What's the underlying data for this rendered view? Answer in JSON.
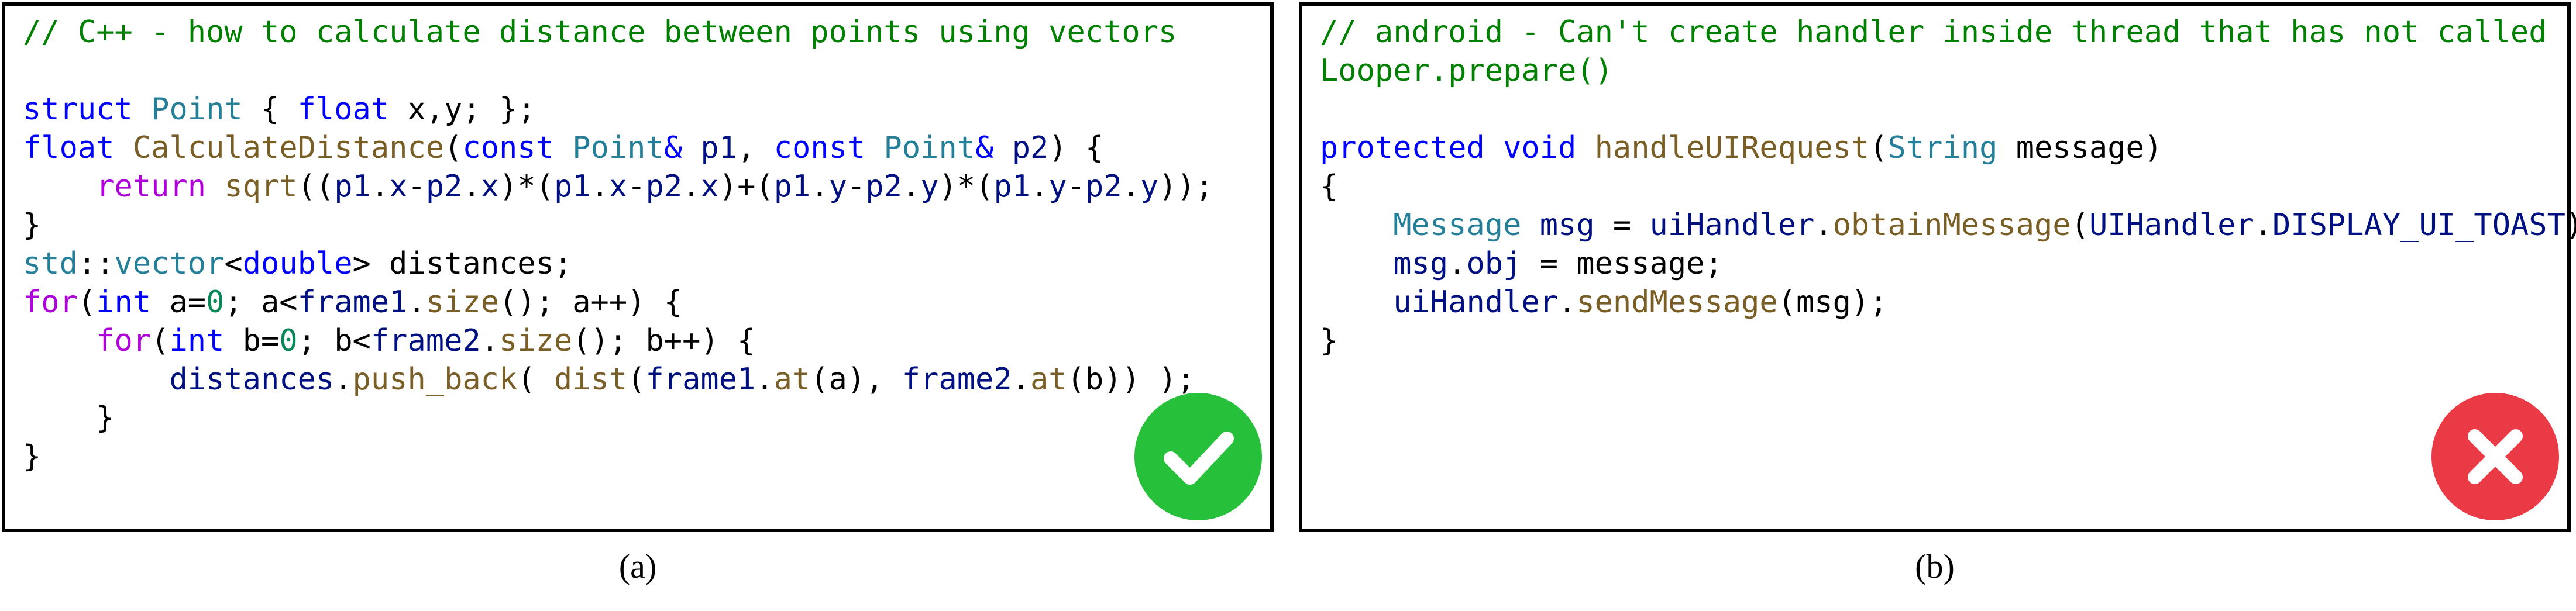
{
  "panel_a": {
    "caption": "(a)",
    "comment": "// C++ - how to calculate distance between points using vectors",
    "lines": [
      [
        {
          "t": "struct",
          "c": "kw"
        },
        {
          "t": " "
        },
        {
          "t": "Point",
          "c": "type"
        },
        {
          "t": " { "
        },
        {
          "t": "float",
          "c": "kw"
        },
        {
          "t": " x,y; };"
        }
      ],
      [
        {
          "t": "float",
          "c": "kw"
        },
        {
          "t": " "
        },
        {
          "t": "CalculateDistance",
          "c": "fn"
        },
        {
          "t": "("
        },
        {
          "t": "const",
          "c": "kw"
        },
        {
          "t": " "
        },
        {
          "t": "Point",
          "c": "type"
        },
        {
          "t": "& ",
          "c": "kw"
        },
        {
          "t": "p1",
          "c": "var"
        },
        {
          "t": ", "
        },
        {
          "t": "const",
          "c": "kw"
        },
        {
          "t": " "
        },
        {
          "t": "Point",
          "c": "type"
        },
        {
          "t": "& ",
          "c": "kw"
        },
        {
          "t": "p2",
          "c": "var"
        },
        {
          "t": ") {"
        }
      ],
      [
        {
          "t": "    "
        },
        {
          "t": "return",
          "c": "ctrl"
        },
        {
          "t": " "
        },
        {
          "t": "sqrt",
          "c": "fn"
        },
        {
          "t": "(("
        },
        {
          "t": "p1",
          "c": "var"
        },
        {
          "t": "."
        },
        {
          "t": "x",
          "c": "var"
        },
        {
          "t": "-"
        },
        {
          "t": "p2",
          "c": "var"
        },
        {
          "t": "."
        },
        {
          "t": "x",
          "c": "var"
        },
        {
          "t": ")*("
        },
        {
          "t": "p1",
          "c": "var"
        },
        {
          "t": "."
        },
        {
          "t": "x",
          "c": "var"
        },
        {
          "t": "-"
        },
        {
          "t": "p2",
          "c": "var"
        },
        {
          "t": "."
        },
        {
          "t": "x",
          "c": "var"
        },
        {
          "t": ")+("
        },
        {
          "t": "p1",
          "c": "var"
        },
        {
          "t": "."
        },
        {
          "t": "y",
          "c": "var"
        },
        {
          "t": "-"
        },
        {
          "t": "p2",
          "c": "var"
        },
        {
          "t": "."
        },
        {
          "t": "y",
          "c": "var"
        },
        {
          "t": ")*("
        },
        {
          "t": "p1",
          "c": "var"
        },
        {
          "t": "."
        },
        {
          "t": "y",
          "c": "var"
        },
        {
          "t": "-"
        },
        {
          "t": "p2",
          "c": "var"
        },
        {
          "t": "."
        },
        {
          "t": "y",
          "c": "var"
        },
        {
          "t": "));"
        }
      ],
      [
        {
          "t": "}"
        }
      ],
      [
        {
          "t": "std",
          "c": "type"
        },
        {
          "t": "::"
        },
        {
          "t": "vector",
          "c": "type"
        },
        {
          "t": "<"
        },
        {
          "t": "double",
          "c": "kw"
        },
        {
          "t": "> distances;"
        }
      ],
      [
        {
          "t": "for",
          "c": "ctrl"
        },
        {
          "t": "("
        },
        {
          "t": "int",
          "c": "kw"
        },
        {
          "t": " a="
        },
        {
          "t": "0",
          "c": "num"
        },
        {
          "t": "; a<"
        },
        {
          "t": "frame1",
          "c": "var"
        },
        {
          "t": "."
        },
        {
          "t": "size",
          "c": "fn"
        },
        {
          "t": "(); a++) {"
        }
      ],
      [
        {
          "t": "    "
        },
        {
          "t": "for",
          "c": "ctrl"
        },
        {
          "t": "("
        },
        {
          "t": "int",
          "c": "kw"
        },
        {
          "t": " b="
        },
        {
          "t": "0",
          "c": "num"
        },
        {
          "t": "; b<"
        },
        {
          "t": "frame2",
          "c": "var"
        },
        {
          "t": "."
        },
        {
          "t": "size",
          "c": "fn"
        },
        {
          "t": "(); b++) {"
        }
      ],
      [
        {
          "t": "        "
        },
        {
          "t": "distances",
          "c": "var"
        },
        {
          "t": "."
        },
        {
          "t": "push_back",
          "c": "fn"
        },
        {
          "t": "( "
        },
        {
          "t": "dist",
          "c": "fn"
        },
        {
          "t": "("
        },
        {
          "t": "frame1",
          "c": "var"
        },
        {
          "t": "."
        },
        {
          "t": "at",
          "c": "fn"
        },
        {
          "t": "(a), "
        },
        {
          "t": "frame2",
          "c": "var"
        },
        {
          "t": "."
        },
        {
          "t": "at",
          "c": "fn"
        },
        {
          "t": "(b)) );"
        }
      ],
      [
        {
          "t": "    }"
        }
      ],
      [
        {
          "t": "}"
        }
      ]
    ],
    "badge": {
      "icon": "check-icon",
      "color": "#27c03a"
    }
  },
  "panel_b": {
    "caption": "(b)",
    "comment": "// android - Can't create handler inside thread that has not called\nLooper.prepare()",
    "lines": [
      [
        {
          "t": "protected",
          "c": "kw"
        },
        {
          "t": " "
        },
        {
          "t": "void",
          "c": "kw"
        },
        {
          "t": " "
        },
        {
          "t": "handleUIRequest",
          "c": "fn"
        },
        {
          "t": "("
        },
        {
          "t": "String",
          "c": "type"
        },
        {
          "t": " message)"
        }
      ],
      [
        {
          "t": "{"
        }
      ],
      [
        {
          "t": "    "
        },
        {
          "t": "Message",
          "c": "type"
        },
        {
          "t": " "
        },
        {
          "t": "msg",
          "c": "var"
        },
        {
          "t": " = "
        },
        {
          "t": "uiHandler",
          "c": "var"
        },
        {
          "t": "."
        },
        {
          "t": "obtainMessage",
          "c": "fn"
        },
        {
          "t": "("
        },
        {
          "t": "UIHandler",
          "c": "var"
        },
        {
          "t": "."
        },
        {
          "t": "DISPLAY_UI_TOAST",
          "c": "var"
        },
        {
          "t": ");"
        }
      ],
      [
        {
          "t": "    "
        },
        {
          "t": "msg",
          "c": "var"
        },
        {
          "t": "."
        },
        {
          "t": "obj",
          "c": "var"
        },
        {
          "t": " = message;"
        }
      ],
      [
        {
          "t": "    "
        },
        {
          "t": "uiHandler",
          "c": "var"
        },
        {
          "t": "."
        },
        {
          "t": "sendMessage",
          "c": "fn"
        },
        {
          "t": "(msg);"
        }
      ],
      [
        {
          "t": "}"
        }
      ]
    ],
    "badge": {
      "icon": "cross-icon",
      "color": "#ea3a45"
    }
  }
}
